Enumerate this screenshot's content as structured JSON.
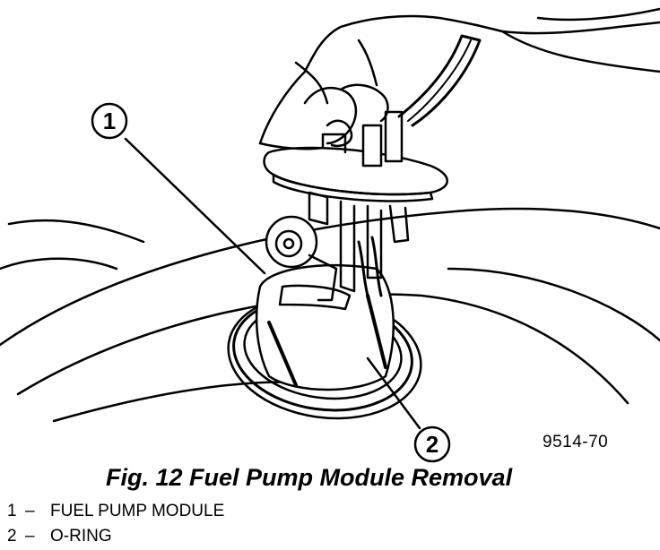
{
  "figure": {
    "code": "9514-70",
    "caption": "Fig. 12 Fuel Pump Module Removal"
  },
  "callouts": [
    {
      "number": "1"
    },
    {
      "number": "2"
    }
  ],
  "legend": [
    {
      "number": "1",
      "dash": "–",
      "label": "FUEL PUMP MODULE"
    },
    {
      "number": "2",
      "dash": "–",
      "label": "O-RING"
    }
  ]
}
